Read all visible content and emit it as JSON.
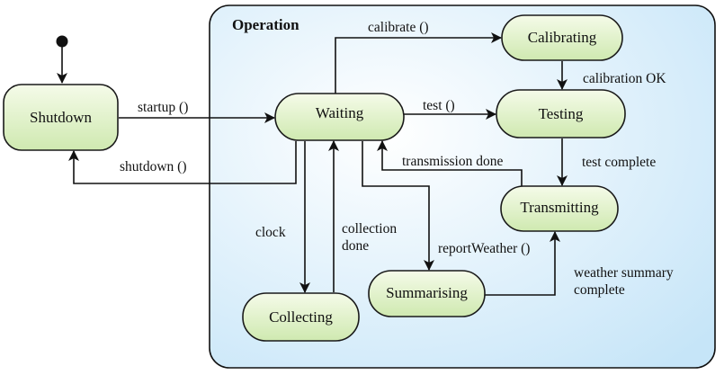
{
  "composite_state": {
    "title": "Operation"
  },
  "states": {
    "shutdown": "Shutdown",
    "waiting": "Waiting",
    "calibrating": "Calibrating",
    "testing": "Testing",
    "transmitting": "Transmitting",
    "summarising": "Summarising",
    "collecting": "Collecting"
  },
  "transitions": {
    "startup": "startup ()",
    "shutdown": "shutdown ()",
    "calibrate": "calibrate ()",
    "calibration_ok": "calibration OK",
    "test": "test ()",
    "test_complete": "test complete",
    "transmission_done": "transmission done",
    "report_weather": "reportWeather ()",
    "weather_summary_line1": "weather summary",
    "weather_summary_line2": "complete",
    "clock": "clock",
    "collection_done_line1": "collection",
    "collection_done_line2": "done"
  },
  "colors": {
    "state_fill_light": "#f5fbe9",
    "state_fill_dark": "#cfe9b0",
    "composite_fill_light": "#ffffff",
    "composite_fill_dark": "#c6e5f8",
    "line": "#111111"
  }
}
